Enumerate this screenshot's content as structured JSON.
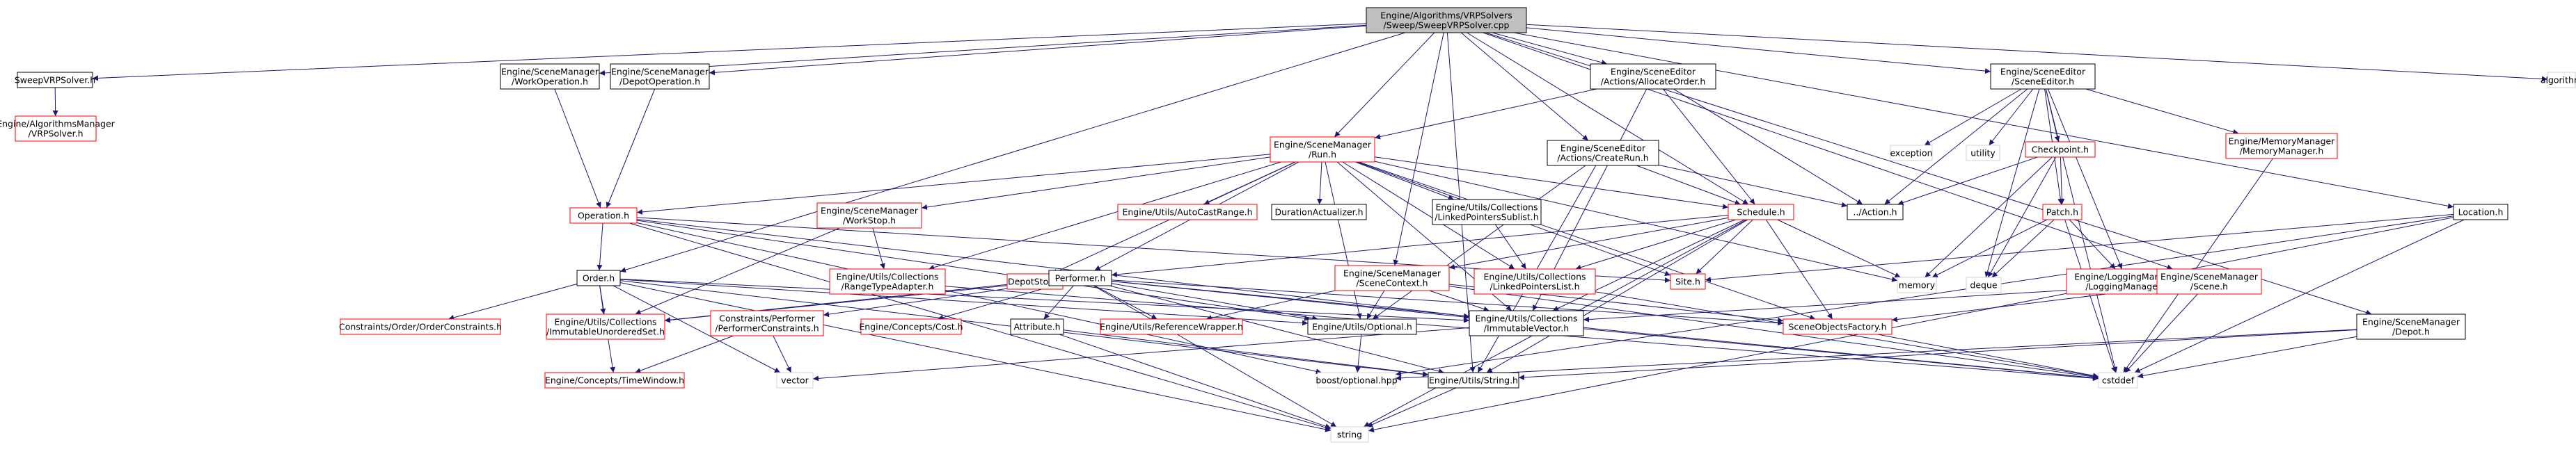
{
  "colors": {
    "edge": "#191970",
    "root_fill": "#bfbfbf",
    "root_border": "#000000",
    "normal_border": "#000000",
    "truncated_border": "#ff0000",
    "system_border": "#d3d3d3",
    "text": "#000000"
  },
  "nodes": [
    {
      "id": "root",
      "lines": [
        "Engine/Algorithms/VRPSolvers",
        "/Sweep/SweepVRPSolver.cpp"
      ],
      "style": "root"
    },
    {
      "id": "sweephdr",
      "lines": [
        "SweepVRPSolver.h"
      ],
      "style": "normal"
    },
    {
      "id": "vrpsolver",
      "lines": [
        "Engine/AlgorithmsManager",
        "/VRPSolver.h"
      ],
      "style": "truncated"
    },
    {
      "id": "workop",
      "lines": [
        "Engine/SceneManager",
        "/WorkOperation.h"
      ],
      "style": "normal"
    },
    {
      "id": "depotop",
      "lines": [
        "Engine/SceneManager",
        "/DepotOperation.h"
      ],
      "style": "normal"
    },
    {
      "id": "allocate",
      "lines": [
        "Engine/SceneEditor",
        "/Actions/AllocateOrder.h"
      ],
      "style": "normal"
    },
    {
      "id": "sceneeditor",
      "lines": [
        "Engine/SceneEditor",
        "/SceneEditor.h"
      ],
      "style": "normal"
    },
    {
      "id": "algorithm",
      "lines": [
        "algorithm"
      ],
      "style": "system"
    },
    {
      "id": "run",
      "lines": [
        "Engine/SceneManager",
        "/Run.h"
      ],
      "style": "truncated"
    },
    {
      "id": "createrun",
      "lines": [
        "Engine/SceneEditor",
        "/Actions/CreateRun.h"
      ],
      "style": "normal"
    },
    {
      "id": "exception",
      "lines": [
        "exception"
      ],
      "style": "system"
    },
    {
      "id": "utility",
      "lines": [
        "utility"
      ],
      "style": "system"
    },
    {
      "id": "checkpoint",
      "lines": [
        "Checkpoint.h"
      ],
      "style": "truncated"
    },
    {
      "id": "memmgr",
      "lines": [
        "Engine/MemoryManager",
        "/MemoryManager.h"
      ],
      "style": "truncated"
    },
    {
      "id": "operation",
      "lines": [
        "Operation.h"
      ],
      "style": "truncated"
    },
    {
      "id": "workstop",
      "lines": [
        "Engine/SceneManager",
        "/WorkStop.h"
      ],
      "style": "truncated"
    },
    {
      "id": "autocast",
      "lines": [
        "Engine/Utils/AutoCastRange.h"
      ],
      "style": "truncated"
    },
    {
      "id": "duration",
      "lines": [
        "DurationActualizer.h"
      ],
      "style": "normal"
    },
    {
      "id": "linkedsub",
      "lines": [
        "Engine/Utils/Collections",
        "/LinkedPointersSublist.h"
      ],
      "style": "normal"
    },
    {
      "id": "schedule",
      "lines": [
        "Schedule.h"
      ],
      "style": "truncated"
    },
    {
      "id": "action",
      "lines": [
        "../Action.h"
      ],
      "style": "normal"
    },
    {
      "id": "patch",
      "lines": [
        "Patch.h"
      ],
      "style": "truncated"
    },
    {
      "id": "location",
      "lines": [
        "Location.h"
      ],
      "style": "normal"
    },
    {
      "id": "rangeadapter",
      "lines": [
        "Engine/Utils/Collections",
        "/RangeTypeAdapter.h"
      ],
      "style": "truncated"
    },
    {
      "id": "depotstop",
      "lines": [
        "DepotStop.h"
      ],
      "style": "truncated"
    },
    {
      "id": "linkedlist",
      "lines": [
        "Engine/Utils/Collections",
        "/LinkedPointersList.h"
      ],
      "style": "truncated"
    },
    {
      "id": "site",
      "lines": [
        "Site.h"
      ],
      "style": "truncated"
    },
    {
      "id": "memory",
      "lines": [
        "memory"
      ],
      "style": "system"
    },
    {
      "id": "deque",
      "lines": [
        "deque"
      ],
      "style": "system"
    },
    {
      "id": "logging",
      "lines": [
        "Engine/LoggingManager",
        "/LoggingManager.h"
      ],
      "style": "truncated"
    },
    {
      "id": "scene",
      "lines": [
        "Engine/SceneManager",
        "/Scene.h"
      ],
      "style": "truncated"
    },
    {
      "id": "order",
      "lines": [
        "Order.h"
      ],
      "style": "normal"
    },
    {
      "id": "performer",
      "lines": [
        "Performer.h"
      ],
      "style": "normal"
    },
    {
      "id": "scenecontext",
      "lines": [
        "Engine/SceneManager",
        "/SceneContext.h"
      ],
      "style": "truncated"
    },
    {
      "id": "orderconstraints",
      "lines": [
        "Constraints/Order/OrderConstraints.h"
      ],
      "style": "truncated"
    },
    {
      "id": "immunordered",
      "lines": [
        "Engine/Utils/Collections",
        "/ImmutableUnorderedSet.h"
      ],
      "style": "truncated"
    },
    {
      "id": "perfconstraints",
      "lines": [
        "Constraints/Performer",
        "/PerformerConstraints.h"
      ],
      "style": "truncated"
    },
    {
      "id": "cost",
      "lines": [
        "Engine/Concepts/Cost.h"
      ],
      "style": "truncated"
    },
    {
      "id": "attribute",
      "lines": [
        "Attribute.h"
      ],
      "style": "normal"
    },
    {
      "id": "refwrapper",
      "lines": [
        "Engine/Utils/ReferenceWrapper.h"
      ],
      "style": "truncated"
    },
    {
      "id": "optional",
      "lines": [
        "Engine/Utils/Optional.h"
      ],
      "style": "normal"
    },
    {
      "id": "immvector",
      "lines": [
        "Engine/Utils/Collections",
        "/ImmutableVector.h"
      ],
      "style": "normal"
    },
    {
      "id": "sceneobjfactory",
      "lines": [
        "SceneObjectsFactory.h"
      ],
      "style": "truncated"
    },
    {
      "id": "depoth",
      "lines": [
        "Engine/SceneManager",
        "/Depot.h"
      ],
      "style": "normal"
    },
    {
      "id": "timewindow",
      "lines": [
        "Engine/Concepts/TimeWindow.h"
      ],
      "style": "truncated"
    },
    {
      "id": "vector",
      "lines": [
        "vector"
      ],
      "style": "system"
    },
    {
      "id": "boostopt",
      "lines": [
        "boost/optional.hpp"
      ],
      "style": "system"
    },
    {
      "id": "stringh",
      "lines": [
        "Engine/Utils/String.h"
      ],
      "style": "normal"
    },
    {
      "id": "cstddef",
      "lines": [
        "cstddef"
      ],
      "style": "system"
    },
    {
      "id": "string",
      "lines": [
        "string"
      ],
      "style": "system"
    }
  ],
  "edges": [
    [
      "root",
      "sweephdr"
    ],
    [
      "root",
      "workop"
    ],
    [
      "root",
      "depotop"
    ],
    [
      "root",
      "allocate"
    ],
    [
      "root",
      "sceneeditor"
    ],
    [
      "root",
      "algorithm"
    ],
    [
      "root",
      "run"
    ],
    [
      "root",
      "createrun"
    ],
    [
      "root",
      "schedule"
    ],
    [
      "root",
      "location"
    ],
    [
      "root",
      "scene"
    ],
    [
      "root",
      "order"
    ],
    [
      "root",
      "depoth"
    ],
    [
      "root",
      "scenecontext"
    ],
    [
      "root",
      "stringh"
    ],
    [
      "sweephdr",
      "vrpsolver"
    ],
    [
      "workop",
      "operation"
    ],
    [
      "depotop",
      "operation"
    ],
    [
      "allocate",
      "run"
    ],
    [
      "allocate",
      "schedule"
    ],
    [
      "allocate",
      "action"
    ],
    [
      "allocate",
      "immvector"
    ],
    [
      "sceneeditor",
      "exception"
    ],
    [
      "sceneeditor",
      "utility"
    ],
    [
      "sceneeditor",
      "checkpoint"
    ],
    [
      "sceneeditor",
      "memmgr"
    ],
    [
      "sceneeditor",
      "action"
    ],
    [
      "sceneeditor",
      "patch"
    ],
    [
      "sceneeditor",
      "logging"
    ],
    [
      "sceneeditor",
      "deque"
    ],
    [
      "sceneeditor",
      "cstddef"
    ],
    [
      "createrun",
      "schedule"
    ],
    [
      "createrun",
      "action"
    ],
    [
      "createrun",
      "optional"
    ],
    [
      "createrun",
      "stringh"
    ],
    [
      "run",
      "operation"
    ],
    [
      "run",
      "workstop"
    ],
    [
      "run",
      "autocast"
    ],
    [
      "run",
      "duration"
    ],
    [
      "run",
      "linkedsub"
    ],
    [
      "run",
      "schedule"
    ],
    [
      "run",
      "depotstop"
    ],
    [
      "run",
      "rangeadapter"
    ],
    [
      "run",
      "performer"
    ],
    [
      "run",
      "linkedlist"
    ],
    [
      "run",
      "site"
    ],
    [
      "run",
      "memory"
    ],
    [
      "run",
      "optional"
    ],
    [
      "run",
      "sceneobjfactory"
    ],
    [
      "run",
      "immvector"
    ],
    [
      "checkpoint",
      "patch"
    ],
    [
      "checkpoint",
      "action"
    ],
    [
      "checkpoint",
      "memory"
    ],
    [
      "checkpoint",
      "deque"
    ],
    [
      "patch",
      "memory"
    ],
    [
      "patch",
      "deque"
    ],
    [
      "patch",
      "logging"
    ],
    [
      "patch",
      "cstddef"
    ],
    [
      "memmgr",
      "cstddef"
    ],
    [
      "operation",
      "order"
    ],
    [
      "operation",
      "site"
    ],
    [
      "operation",
      "string"
    ],
    [
      "operation",
      "optional"
    ],
    [
      "operation",
      "immvector"
    ],
    [
      "operation",
      "boostopt"
    ],
    [
      "workstop",
      "rangeadapter"
    ],
    [
      "workstop",
      "immunordered"
    ],
    [
      "linkedsub",
      "linkedlist"
    ],
    [
      "schedule",
      "performer"
    ],
    [
      "schedule",
      "site"
    ],
    [
      "schedule",
      "memory"
    ],
    [
      "schedule",
      "linkedlist"
    ],
    [
      "schedule",
      "scenecontext"
    ],
    [
      "schedule",
      "sceneobjfactory"
    ],
    [
      "schedule",
      "immvector"
    ],
    [
      "schedule",
      "stringh"
    ],
    [
      "schedule",
      "string"
    ],
    [
      "location",
      "site"
    ],
    [
      "location",
      "boostopt"
    ],
    [
      "location",
      "cstddef"
    ],
    [
      "location",
      "string"
    ],
    [
      "scene",
      "sceneobjfactory"
    ],
    [
      "scene",
      "immvector"
    ],
    [
      "scene",
      "cstddef"
    ],
    [
      "order",
      "orderconstraints"
    ],
    [
      "order",
      "immunordered"
    ],
    [
      "order",
      "optional"
    ],
    [
      "order",
      "immvector"
    ],
    [
      "order",
      "timewindow"
    ],
    [
      "order",
      "stringh"
    ],
    [
      "order",
      "vector"
    ],
    [
      "order",
      "string"
    ],
    [
      "depotstop",
      "immunordered"
    ],
    [
      "performer",
      "perfconstraints"
    ],
    [
      "performer",
      "cost"
    ],
    [
      "performer",
      "attribute"
    ],
    [
      "performer",
      "refwrapper"
    ],
    [
      "performer",
      "optional"
    ],
    [
      "performer",
      "immvector"
    ],
    [
      "performer",
      "immunordered"
    ],
    [
      "performer",
      "sceneobjfactory"
    ],
    [
      "performer",
      "stringh"
    ],
    [
      "performer",
      "string"
    ],
    [
      "performer",
      "cstddef"
    ],
    [
      "scenecontext",
      "refwrapper"
    ],
    [
      "scenecontext",
      "optional"
    ],
    [
      "scenecontext",
      "immvector"
    ],
    [
      "scenecontext",
      "sceneobjfactory"
    ],
    [
      "scenecontext",
      "cstddef"
    ],
    [
      "perfconstraints",
      "timewindow"
    ],
    [
      "perfconstraints",
      "vector"
    ],
    [
      "attribute",
      "stringh"
    ],
    [
      "attribute",
      "string"
    ],
    [
      "optional",
      "boostopt"
    ],
    [
      "immvector",
      "vector"
    ],
    [
      "immvector",
      "cstddef"
    ],
    [
      "sceneobjfactory",
      "cstddef"
    ],
    [
      "depoth",
      "boostopt"
    ],
    [
      "depoth",
      "stringh"
    ],
    [
      "depoth",
      "cstddef"
    ],
    [
      "stringh",
      "string"
    ],
    [
      "linkedlist",
      "cstddef"
    ],
    [
      "rangeadapter",
      "cstddef"
    ]
  ]
}
